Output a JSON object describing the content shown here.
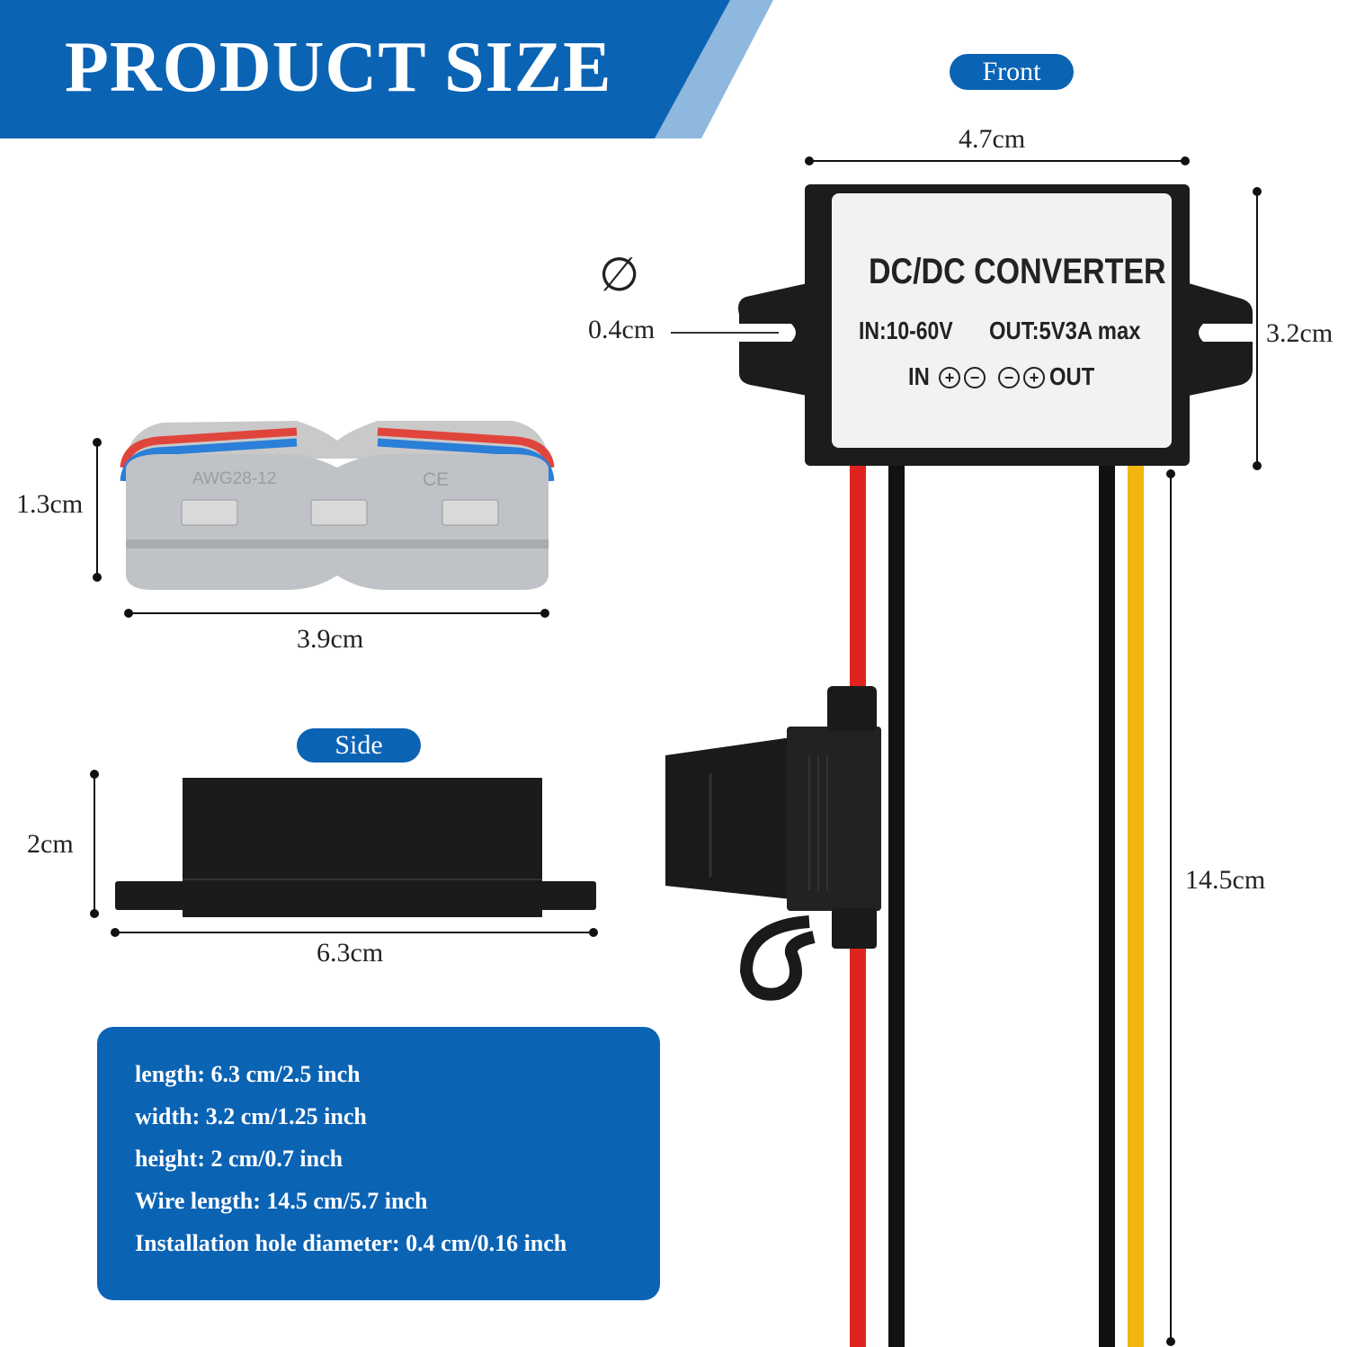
{
  "banner": {
    "title": "PRODUCT SIZE"
  },
  "front": {
    "tag": "Front",
    "width_label": "4.7cm",
    "height_label": "3.2cm",
    "hole_symbol": "∅",
    "hole_label": "0.4cm",
    "wire_label": "14.5cm",
    "converter": {
      "title": "DC/DC CONVERTER",
      "input": "IN:10-60V",
      "output": "OUT:5V3A max",
      "in_label": "IN",
      "out_label": "OUT",
      "plus_symbol": "+",
      "minus_symbol": "−"
    }
  },
  "connector": {
    "height_label": "1.3cm",
    "width_label": "3.9cm",
    "marking": "AWG28-12",
    "ce_mark": "CE"
  },
  "side": {
    "tag": "Side",
    "height_label": "2cm",
    "width_label": "6.3cm"
  },
  "specs": [
    "length: 6.3 cm/2.5 inch",
    "width: 3.2 cm/1.25 inch",
    "height: 2 cm/0.7 inch",
    "Wire length: 14.5 cm/5.7 inch",
    "Installation hole diameter: 0.4 cm/0.16 inch"
  ],
  "colors": {
    "brand_blue": "#0b63b4",
    "light_blue": "#8fb8df",
    "wire_red": "#e0231f",
    "wire_black": "#111111",
    "wire_yellow": "#f2b70f"
  }
}
